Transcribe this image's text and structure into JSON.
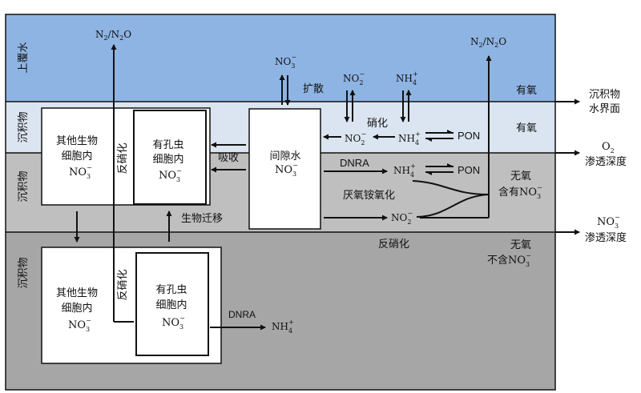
{
  "layers": {
    "overlying_water": "上覆水",
    "sediment_oxic": "沉积物",
    "sediment_anoxic_no3": "沉积物",
    "sediment_anoxic": "沉积物"
  },
  "zones": {
    "oxic_1": "有氧",
    "oxic_2": "有氧",
    "anoxic_with_no3": {
      "line1": "无氧",
      "line2_prefix": "含有NO",
      "sub": "3",
      "sup": "−"
    },
    "anoxic_no_no3": {
      "line1": "无氧",
      "line2_prefix": "不含NO",
      "sub": "3",
      "sup": "−"
    }
  },
  "boundaries": {
    "sediment_water_interface": {
      "line1": "沉积物",
      "line2": "水界面"
    },
    "o2_depth": {
      "species": "O",
      "sub": "2",
      "line2": "渗透深度"
    },
    "no3_depth": {
      "species": "NO",
      "sub": "3",
      "sup": "−",
      "line2": "渗透深度"
    }
  },
  "boxes": {
    "other_cells_top": {
      "line1": "其他生物",
      "line2": "细胞内",
      "species": "NO",
      "sub": "3",
      "sup": "−"
    },
    "foram_cells_top": {
      "line1": "有孔虫",
      "line2": "细胞内",
      "species": "NO",
      "sub": "3",
      "sup": "−"
    },
    "pore_water": {
      "line1": "间隙水",
      "species": "NO",
      "sub": "3",
      "sup": "−"
    },
    "other_cells_bottom": {
      "line1": "其他生物",
      "line2": "细胞内",
      "species": "NO",
      "sub": "3",
      "sup": "−"
    },
    "foram_cells_bottom": {
      "line1": "有孔虫",
      "line2": "细胞内",
      "species": "NO",
      "sub": "3",
      "sup": "−"
    }
  },
  "processes": {
    "denitrification_top": "反硝化",
    "denitrification_bottom": "反硝化",
    "denitrification_mid": "反硝化",
    "absorption": "吸收",
    "migration": "生物迁移",
    "diffusion": "扩散",
    "nitrification": "硝化",
    "dnra_top": "DNRA",
    "dnra_bottom": "DNRA",
    "anammox": "厌氧铵氧化"
  },
  "species": {
    "n2_n2o_left": {
      "a": "N",
      "a_sub": "2",
      "b": "/N",
      "b_sub": "2",
      "c": "O"
    },
    "n2_n2o_right": {
      "a": "N",
      "a_sub": "2",
      "b": "/N",
      "b_sub": "2",
      "c": "O"
    },
    "no3_water": {
      "base": "NO",
      "sub": "3",
      "sup": "−"
    },
    "no2_water": {
      "base": "NO",
      "sub": "2",
      "sup": "−"
    },
    "nh4_water": {
      "base": "NH",
      "sub": "4",
      "sup": "+"
    },
    "no2_oxic": {
      "base": "NO",
      "sub": "2",
      "sup": "−"
    },
    "nh4_oxic": {
      "base": "NH",
      "sub": "4",
      "sup": "+"
    },
    "pon_oxic": "PON",
    "nh4_anoxic": {
      "base": "NH",
      "sub": "4",
      "sup": "+"
    },
    "pon_anoxic": "PON",
    "no2_anoxic": {
      "base": "NO",
      "sub": "2",
      "sup": "−"
    },
    "nh4_bottom": {
      "base": "NH",
      "sub": "4",
      "sup": "+"
    }
  },
  "colors": {
    "water": "#8eb4e3",
    "sediment_oxic": "#dbe5f1",
    "sediment_anoxic_no3": "#bfbfbf",
    "sediment_anoxic": "#a6a6a6"
  }
}
